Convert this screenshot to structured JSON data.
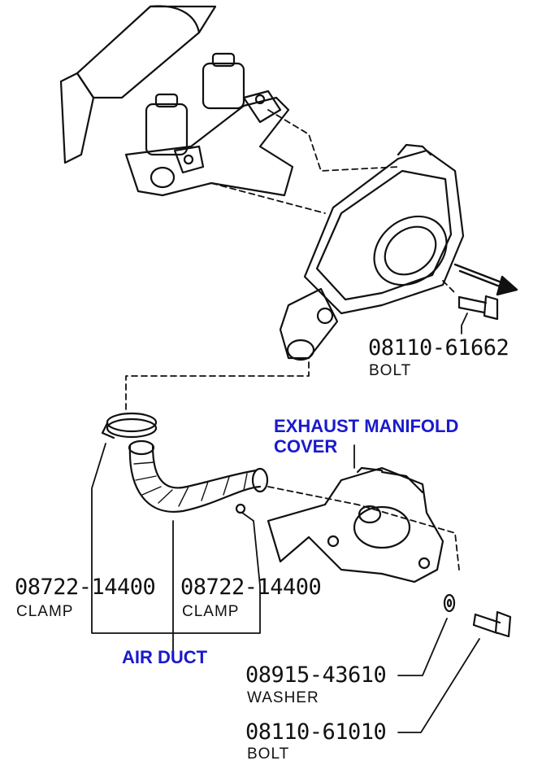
{
  "colors": {
    "ink": "#111111",
    "callout_blue": "#1a1acc",
    "background": "#ffffff"
  },
  "callouts": {
    "exhaust_manifold_cover": "EXHAUST MANIFOLD\nCOVER",
    "air_duct": "AIR DUCT"
  },
  "parts": {
    "bolt_top": {
      "number": "08110-61662",
      "name": "BOLT"
    },
    "clamp_left": {
      "number": "08722-14400",
      "name": "CLAMP"
    },
    "clamp_right": {
      "number": "08722-14400",
      "name": "CLAMP"
    },
    "washer": {
      "number": "08915-43610",
      "name": "WASHER"
    },
    "bolt_bottom": {
      "number": "08110-61010",
      "name": "BOLT"
    }
  }
}
